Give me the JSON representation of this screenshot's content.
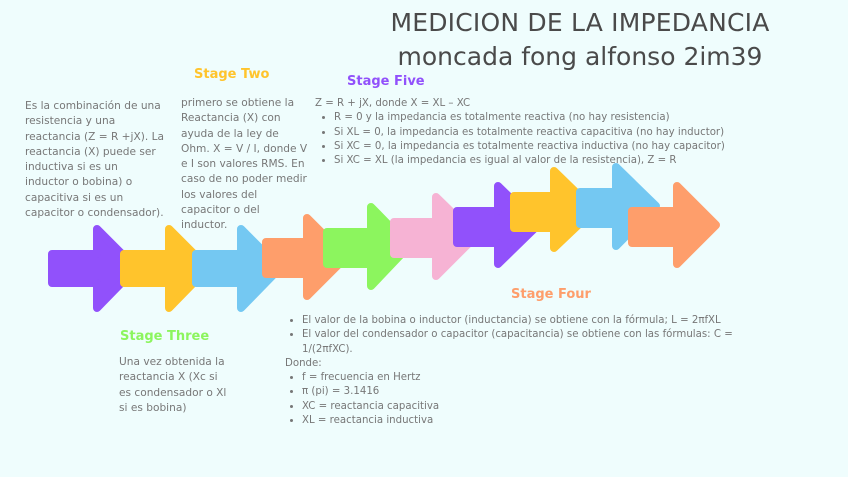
{
  "header": {
    "title": "MEDICION DE LA IMPEDANCIA",
    "subtitle": "moncada fong alfonso 2im39"
  },
  "colors": {
    "background": "#effdfd",
    "purple": "#9151fb",
    "yellow": "#ffc42c",
    "blue": "#74c8f2",
    "orange": "#fe9e6b",
    "green": "#8cf55e",
    "pink": "#f6b3d4",
    "stage_two": "#ffc42c",
    "stage_three": "#8cf55e",
    "stage_four": "#fe9e6b",
    "stage_five": "#9151fb"
  },
  "stage_one": {
    "text": "Es la combinación de una resistencia y una reactancia (Z = R +jX). La reactancia (X) puede ser inductiva si es un inductor o bobina) o capacitiva si es un capacitor o condensador)."
  },
  "stage_two": {
    "title": "Stage Two",
    "text": "primero se obtiene la Reactancia (X) con ayuda de la ley de Ohm. X = V / I, donde V e I son valores RMS. En caso de no poder medir los valores del capacitor o del inductor."
  },
  "stage_three": {
    "title": "Stage Three",
    "text": "Una vez obtenida la reactancia X (Xc si es condensador o Xl si es bobina)"
  },
  "stage_four": {
    "title": "Stage Four",
    "bullets_top": [
      "El valor de la bobina o inductor (inductancia) se obtiene con la fórmula; L = 2πfXL",
      "El valor del condensador o capacitor (capacitancia) se obtiene con las fórmulas: C = 1/(2πfXC)."
    ],
    "donde_label": "Donde:",
    "bullets_bottom": [
      "f = frecuencia en Hertz",
      "π (pi) = 3.1416",
      "XC = reactancia capacitiva",
      "XL = reactancia inductiva"
    ]
  },
  "stage_five": {
    "title": "Stage Five",
    "intro": "Z = R + jX, donde X = XL – XC",
    "bullets": [
      "R = 0 y la impedancia es totalmente reactiva (no hay resistencia)",
      "Si XL = 0, la impedancia es totalmente reactiva capacitiva (no hay inductor)",
      "Si XC = 0, la impedancia es totalmente reactiva inductiva (no hay capacitor)",
      "Si XC = XL (la impedancia es igual al valor de la resistencia), Z = R"
    ]
  },
  "arrows": [
    {
      "color": "purple"
    },
    {
      "color": "yellow"
    },
    {
      "color": "blue"
    },
    {
      "color": "orange"
    },
    {
      "color": "green"
    },
    {
      "color": "pink"
    },
    {
      "color": "purple"
    },
    {
      "color": "yellow"
    },
    {
      "color": "blue"
    },
    {
      "color": "orange"
    }
  ]
}
